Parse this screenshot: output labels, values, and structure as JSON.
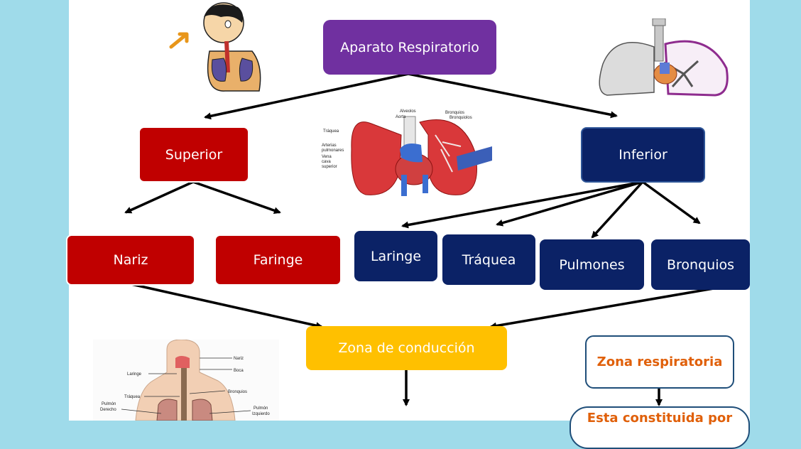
{
  "diagram": {
    "title": "Aparato Respiratorio",
    "superior": "Superior",
    "inferior": "Inferior",
    "nariz": "Nariz",
    "faringe": "Faringe",
    "laringe": "Laringe",
    "traquea": "Tráquea",
    "pulmones": "Pulmones",
    "bronquios": "Bronquios",
    "zona_conduccion": "Zona de conducción",
    "zona_respiratoria": "Zona respiratoria",
    "esta_constituida": "Esta constituida por"
  },
  "heart_labels": {
    "alveolos": "Alveolos",
    "aorta": "Aorta",
    "bronquios": "Bronquios",
    "bronquiolos": "Bronquiolos",
    "traquea": "Tráquea",
    "arterias": "Arterias",
    "pulmonares": "pulmonares",
    "vena": "Vena",
    "cava": "cava",
    "superior": "superior"
  },
  "body_labels": {
    "nariz": "Nariz",
    "boca": "Boca",
    "laringe": "Laringe",
    "traquea": "Tráquea",
    "bronquios": "Bronquios",
    "pulmon_derecho_1": "Pulmón",
    "pulmon_derecho_2": "Derecho",
    "pulmon_izquierdo_1": "Pulmón",
    "pulmon_izquierdo_2": "Izquierdo"
  },
  "colors": {
    "background": "#9fdbea",
    "red": "#c00000",
    "navy": "#0b2266",
    "purple": "#7030a0",
    "gold": "#ffc000",
    "orange_text": "#e0600a"
  }
}
